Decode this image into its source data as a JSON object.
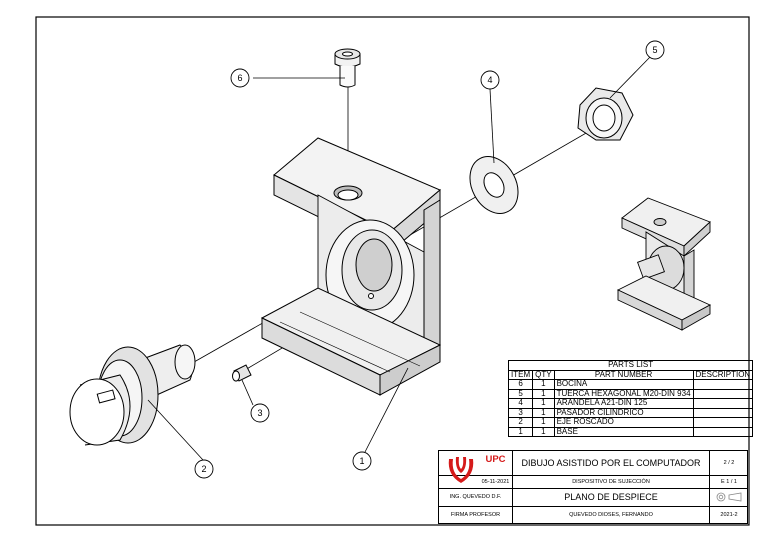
{
  "balloons": [
    {
      "num": "1",
      "name": "balloon-1"
    },
    {
      "num": "2",
      "name": "balloon-2"
    },
    {
      "num": "3",
      "name": "balloon-3"
    },
    {
      "num": "4",
      "name": "balloon-4"
    },
    {
      "num": "5",
      "name": "balloon-5"
    },
    {
      "num": "6",
      "name": "balloon-6"
    }
  ],
  "parts_list": {
    "title": "PARTS LIST",
    "headers": {
      "item": "ITEM",
      "qty": "QTY",
      "part": "PART NUMBER",
      "desc": "DESCRIPTION"
    },
    "rows": [
      {
        "item": "6",
        "qty": "1",
        "part": "BOCINA",
        "desc": ""
      },
      {
        "item": "5",
        "qty": "1",
        "part": "TUERCA HEXAGONAL M20-DIN 934",
        "desc": ""
      },
      {
        "item": "4",
        "qty": "1",
        "part": "ARANDELA A21-DIN 125",
        "desc": ""
      },
      {
        "item": "3",
        "qty": "1",
        "part": "PASADOR CILINDRICO",
        "desc": ""
      },
      {
        "item": "2",
        "qty": "1",
        "part": "EJE ROSCADO",
        "desc": ""
      },
      {
        "item": "1",
        "qty": "1",
        "part": "BASE",
        "desc": ""
      }
    ]
  },
  "title_block": {
    "logo_text": "UPC",
    "date": "05-11-2021",
    "course": "DIBUJO ASISTIDO POR EL COMPUTADOR",
    "sheet": "2 / 2",
    "subject": "DISPOSITIVO DE SUJECCIÓN",
    "scale": "E 1 / 1",
    "teacher": "ING. QUEVEDO D.F.",
    "drawing_title": "PLANO DE DESPIECE",
    "signature_label": "FIRMA PROFESOR",
    "student": "QUEVEDO DIOSES, FERNANDO",
    "term": "2021-2",
    "logo_color": "#d51a1a"
  }
}
